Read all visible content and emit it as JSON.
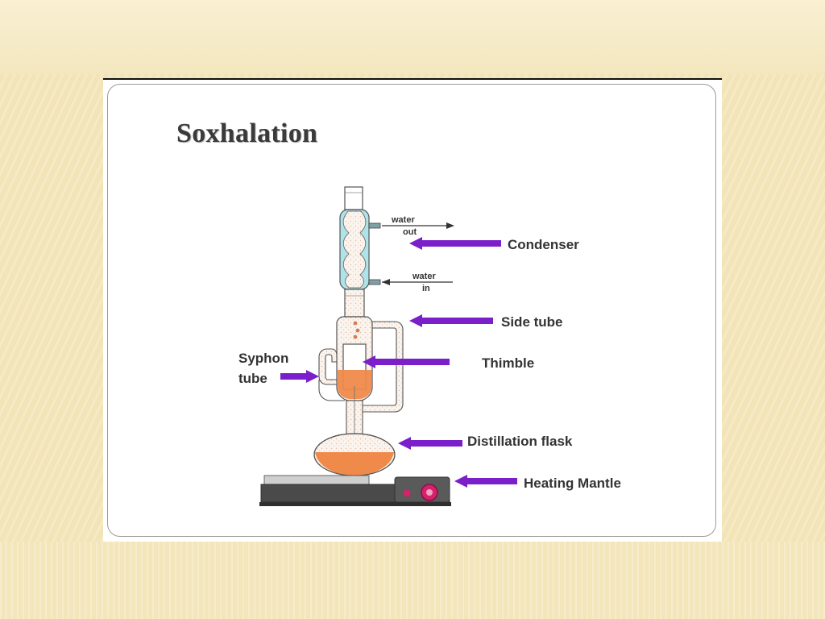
{
  "title": "Soxhalation",
  "labels": {
    "condenser": "Condenser",
    "side_tube": "Side tube",
    "thimble": "Thimble",
    "syphon_line1": "Syphon",
    "syphon_line2": "tube",
    "distillation_flask": "Distillation flask",
    "heating_mantle": "Heating Mantle",
    "water_out_line1": "water",
    "water_out_line2": "out",
    "water_in_line1": "water",
    "water_in_line2": "in"
  },
  "colors": {
    "arrow": "#7a1fc9",
    "condenser_jacket": "#aee3ea",
    "solvent": "#f08a4b",
    "heater_body": "#4a4a4a",
    "heater_top": "#cfcfcf",
    "knob": "#d6216b"
  },
  "icons": [
    "arrow-left-icon",
    "arrow-right-icon"
  ]
}
